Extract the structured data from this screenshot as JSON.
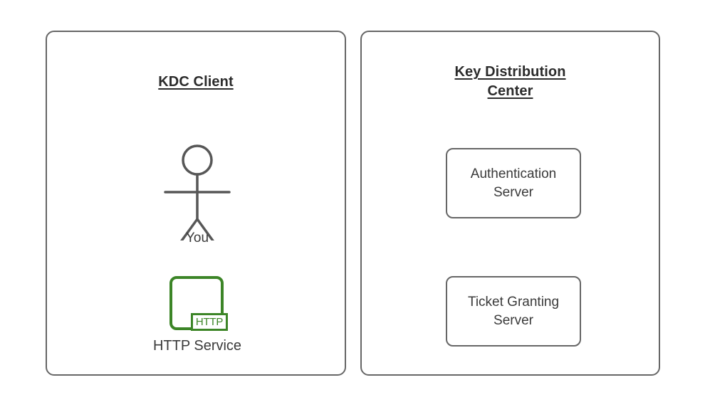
{
  "diagram": {
    "type": "kerberos-kdc-overview",
    "background_color": "#ffffff",
    "stroke_color": "#666666",
    "text_color": "#3a3a3a",
    "accent_color": "#3c8527",
    "panels": [
      {
        "id": "kdc-client",
        "title": "KDC Client",
        "title_lines": [
          "KDC Client"
        ],
        "items": [
          {
            "kind": "actor",
            "label": "You",
            "icon": "stick-figure-actor-icon"
          },
          {
            "kind": "service",
            "label": "HTTP Service",
            "badge": "HTTP",
            "icon": "http-service-icon"
          }
        ]
      },
      {
        "id": "key-distribution-center",
        "title": "Key Distribution Center",
        "title_lines": [
          "Key Distribution",
          "Center"
        ],
        "items": [
          {
            "kind": "box",
            "label_lines": [
              "Authentication",
              "Server"
            ],
            "label": "Authentication Server"
          },
          {
            "kind": "box",
            "label_lines": [
              "Ticket Granting",
              "Server"
            ],
            "label": "Ticket Granting Server"
          }
        ]
      }
    ]
  }
}
